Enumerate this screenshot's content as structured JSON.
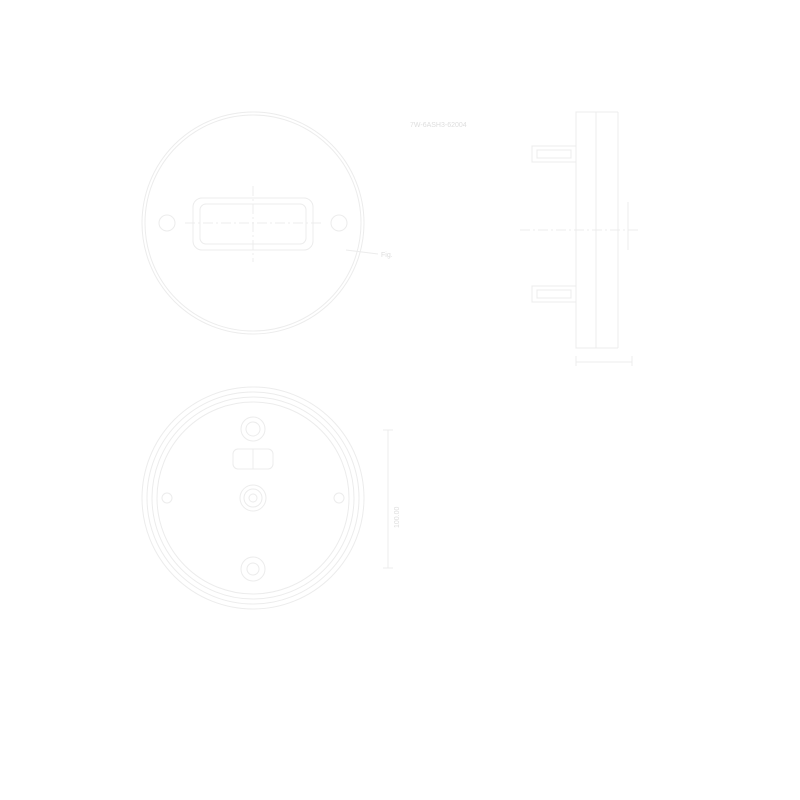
{
  "drawing": {
    "line_color": "#ececec",
    "text_color": "#dedede",
    "labels": {
      "side_title": "7W-6ASH3-62004",
      "front_marker": "Fig.",
      "rear_dimension": "100.00"
    }
  }
}
